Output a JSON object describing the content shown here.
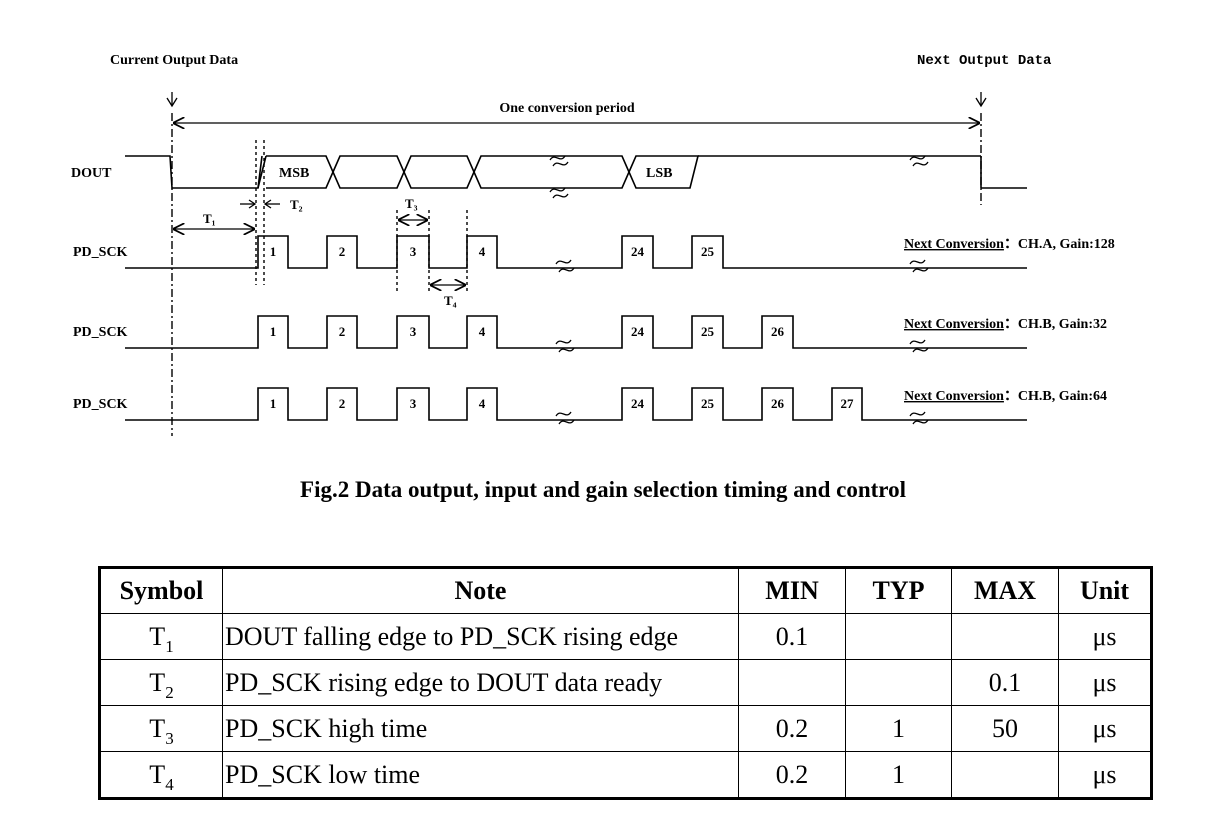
{
  "diagram": {
    "labels": {
      "current_output": "Current Output Data",
      "next_output": "Next Output Data",
      "period": "One conversion period",
      "dout": "DOUT",
      "msb": "MSB",
      "lsb": "LSB",
      "t1": "T₁",
      "t2": "T₂",
      "t3": "T₃",
      "t4": "T₄"
    },
    "rows": [
      {
        "signal": "PD_SCK",
        "pulses": [
          "1",
          "2",
          "3",
          "4",
          "24",
          "25"
        ],
        "next_label": "Next Conversion",
        "next_value": "：CH.A, Gain:128"
      },
      {
        "signal": "PD_SCK",
        "pulses": [
          "1",
          "2",
          "3",
          "4",
          "24",
          "25",
          "26"
        ],
        "next_label": "Next Conversion",
        "next_value": "：CH.B, Gain:32"
      },
      {
        "signal": "PD_SCK",
        "pulses": [
          "1",
          "2",
          "3",
          "4",
          "24",
          "25",
          "26",
          "27"
        ],
        "next_label": "Next Conversion",
        "next_value": "：CH.B, Gain:64"
      }
    ]
  },
  "caption": "Fig.2 Data output, input and gain selection timing and control",
  "table": {
    "headers": [
      "Symbol",
      "Note",
      "MIN",
      "TYP",
      "MAX",
      "Unit"
    ],
    "rows": [
      {
        "sym": "T",
        "sub": "1",
        "note": "DOUT falling edge to PD_SCK rising edge",
        "min": "0.1",
        "typ": "",
        "max": "",
        "unit": "μs"
      },
      {
        "sym": "T",
        "sub": "2",
        "note": "PD_SCK rising edge to DOUT data ready",
        "min": "",
        "typ": "",
        "max": "0.1",
        "unit": "μs"
      },
      {
        "sym": "T",
        "sub": "3",
        "note": "PD_SCK high time",
        "min": "0.2",
        "typ": "1",
        "max": "50",
        "unit": "μs"
      },
      {
        "sym": "T",
        "sub": "4",
        "note": "PD_SCK low time",
        "min": "0.2",
        "typ": "1",
        "max": "",
        "unit": "μs"
      }
    ]
  }
}
